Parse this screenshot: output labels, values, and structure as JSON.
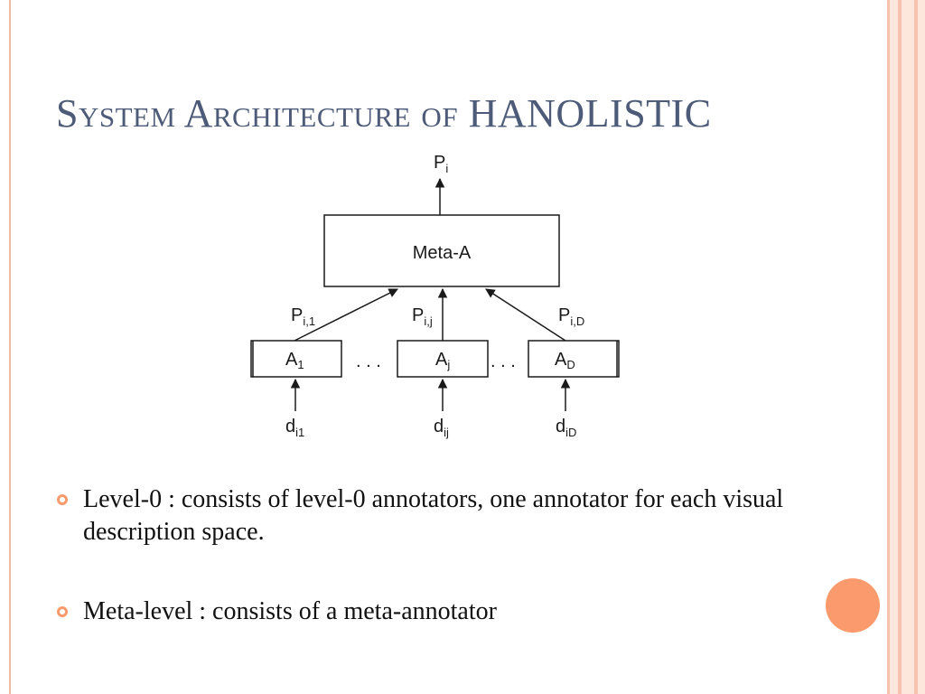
{
  "title": {
    "main": "System Architecture of",
    "acronym": "HANOLISTIC"
  },
  "diagram": {
    "output_label": {
      "base": "P",
      "sub": "i"
    },
    "meta_box": "Meta-A",
    "arrow_labels": [
      {
        "base": "P",
        "sub": "i,1"
      },
      {
        "base": "P",
        "sub": "i,j"
      },
      {
        "base": "P",
        "sub": "i,D"
      }
    ],
    "annotators": [
      {
        "base": "A",
        "sub": "1"
      },
      {
        "base": "A",
        "sub": "j"
      },
      {
        "base": "A",
        "sub": "D"
      }
    ],
    "ellipsis": ". . .",
    "inputs": [
      {
        "base": "d",
        "sub": "i1"
      },
      {
        "base": "d",
        "sub": "ij"
      },
      {
        "base": "d",
        "sub": "iD"
      }
    ]
  },
  "bullets": [
    "Level-0 : consists of level-0 annotators, one annotator for each visual description space.",
    "Meta-level : consists of a meta-annotator"
  ],
  "colors": {
    "accent": "#fb9a6c",
    "title": "#4d5b78",
    "frame": "#f7c3ae"
  }
}
